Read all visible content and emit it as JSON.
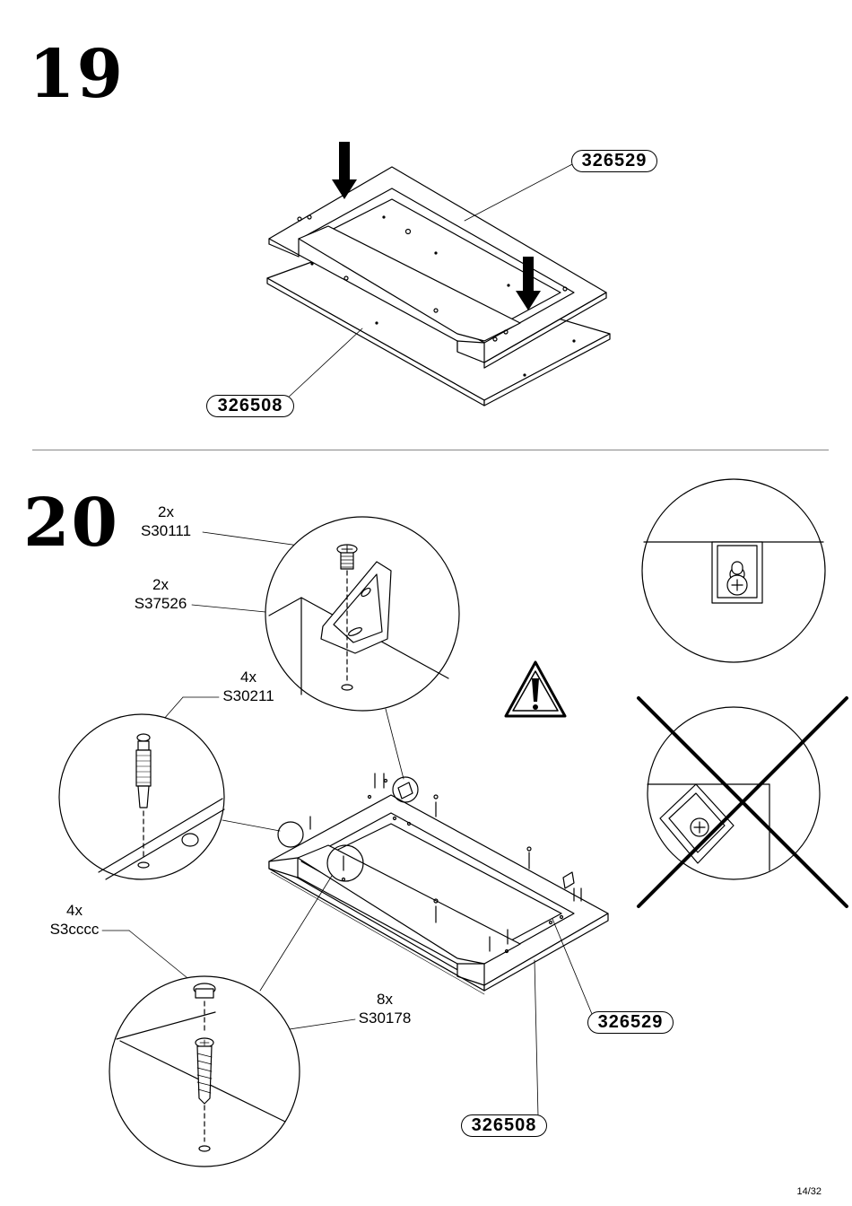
{
  "steps": {
    "step19": "19",
    "step20": "20"
  },
  "step19": {
    "frame_part": "326529",
    "panel_part": "326508"
  },
  "step20": {
    "screw_a": {
      "qty": "2x",
      "code": "S30111"
    },
    "bracket": {
      "qty": "2x",
      "code": "S37526"
    },
    "cam_bolt": {
      "qty": "4x",
      "code": "S30211"
    },
    "cap": {
      "qty": "4x",
      "code": "S3cccc"
    },
    "screw_b": {
      "qty": "8x",
      "code": "S30178"
    },
    "frame_part": "326529",
    "panel_part": "326508"
  },
  "icons": {
    "warning": "warning-triangle-icon",
    "wrong": "cross-out-icon"
  },
  "footer": {
    "page": "14/32"
  }
}
